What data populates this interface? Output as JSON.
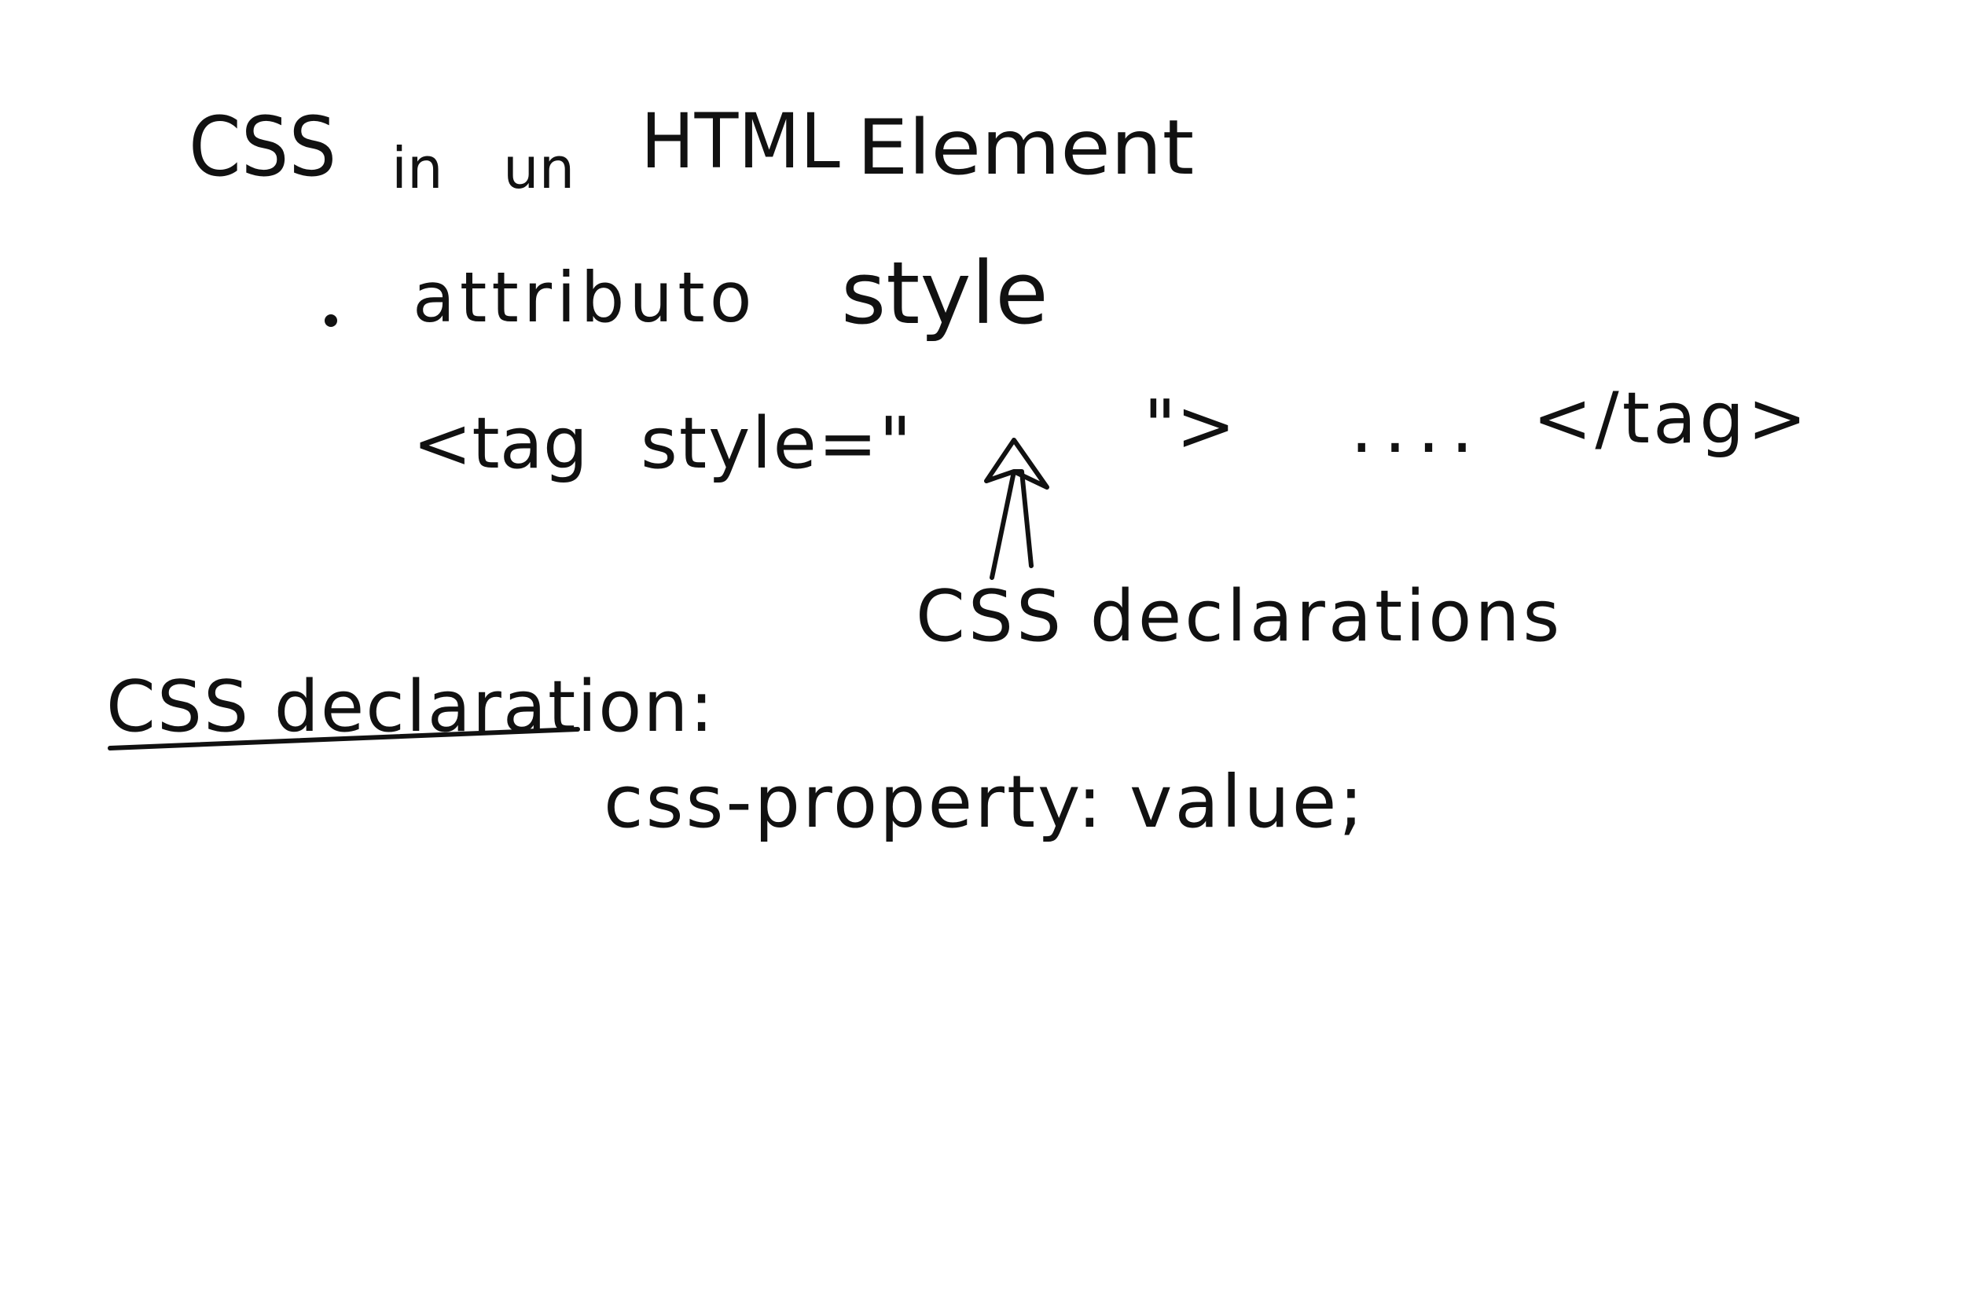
{
  "whiteboard": {
    "title": {
      "css": "CSS",
      "in": "in",
      "un": "un",
      "html": "HTML",
      "element": "Element"
    },
    "bullet": {
      "attributo": "attributo",
      "style": "style"
    },
    "syntax": {
      "tag_open": "<tag",
      "style_eq": "style=\"",
      "close_quote": "\">",
      "ellipsis": "....",
      "tag_close": "</tag>"
    },
    "annotation": "CSS declarations",
    "declaration_heading": "CSS declaration:",
    "declaration_rule": "css-property:  value;"
  },
  "colors": {
    "ink": "#111111",
    "background": "#ffffff"
  }
}
